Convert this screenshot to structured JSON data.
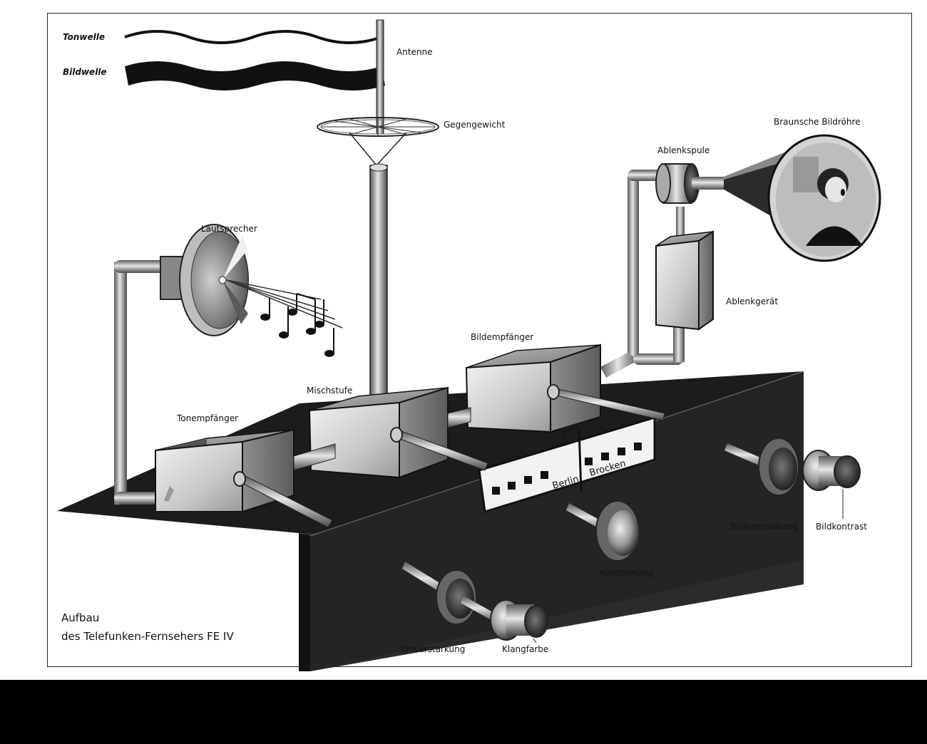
{
  "labels": {
    "tonwelle": "Tonwelle",
    "bildwelle": "Bildwelle",
    "antenne": "Antenne",
    "gegengewicht": "Gegengewicht",
    "braunsche_bildroehre": "Braunsche Bildröhre",
    "ablenkspule": "Ablenkspule",
    "lautsprecher": "Lautsprecher",
    "ablenkgeraet": "Ablenkgerät",
    "bildempfaenger": "Bildempfänger",
    "mischstufe": "Mischstufe",
    "tonempfaenger": "Tonempfänger",
    "bildverstaerkung": "Bildverstärkung",
    "bildkontrast": "Bildkontrast",
    "abstimmung": "Abstimmung",
    "tonverstaerkung": "Tonverstärkung",
    "klangfarbe": "Klangfarbe"
  },
  "dial": {
    "station_1": "Berlin",
    "station_2": "Brocken"
  },
  "caption": {
    "line1": "Aufbau",
    "line2": "des Telefunken-Fernsehers FE IV"
  },
  "colors": {
    "background": "#ffffff",
    "ink": "#1a1a1a",
    "base_plate": "#1c1c1c",
    "metal_light": "#d9d9d9",
    "metal_dark": "#6e6e6e",
    "bottom_bar": "#000000"
  }
}
